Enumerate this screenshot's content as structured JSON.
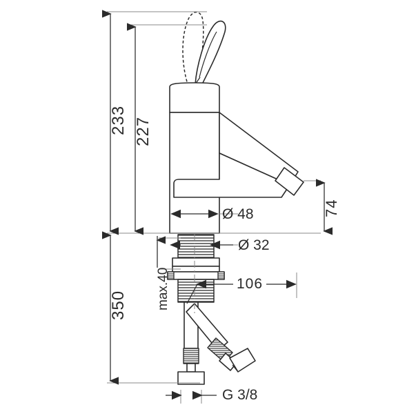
{
  "drawing": {
    "title": "Single-lever basin mixer dimensional drawing",
    "units": "mm",
    "line_color": "#2b2b2b",
    "background_color": "#ffffff",
    "hatch_color": "#3a3a3a"
  },
  "dimensions": {
    "height_total": "233",
    "height_body": "227",
    "height_overall_with_hoses": "350",
    "max_counter_thickness": "max.40",
    "body_diameter": "Ø 48",
    "shank_diameter": "Ø 32",
    "spout_reach": "106",
    "spout_height": "74",
    "connection_thread": "G 3/8"
  },
  "annotations": [
    {
      "name": "dim-233",
      "value": "233",
      "orientation": "vertical"
    },
    {
      "name": "dim-227",
      "value": "227",
      "orientation": "vertical"
    },
    {
      "name": "dim-350",
      "value": "350",
      "orientation": "vertical"
    },
    {
      "name": "dim-max40",
      "value": "max.40",
      "orientation": "vertical"
    },
    {
      "name": "dim-74",
      "value": "74",
      "orientation": "vertical"
    },
    {
      "name": "dim-d48",
      "value": "Ø 48",
      "orientation": "horizontal"
    },
    {
      "name": "dim-d32",
      "value": "Ø 32",
      "orientation": "horizontal"
    },
    {
      "name": "dim-106",
      "value": "106",
      "orientation": "horizontal"
    },
    {
      "name": "dim-g38",
      "value": "G 3/8",
      "orientation": "horizontal"
    }
  ],
  "product_parts": {
    "lever_open": "lever handle shown dashed in open position",
    "lever_closed": "lever handle shown solid",
    "body": "cylindrical mixer body",
    "spout": "angled spout with aerator",
    "shank": "threaded mounting shank",
    "mounting_nut": "mounting nut assembly",
    "hoses": "two flexible connection hoses"
  }
}
